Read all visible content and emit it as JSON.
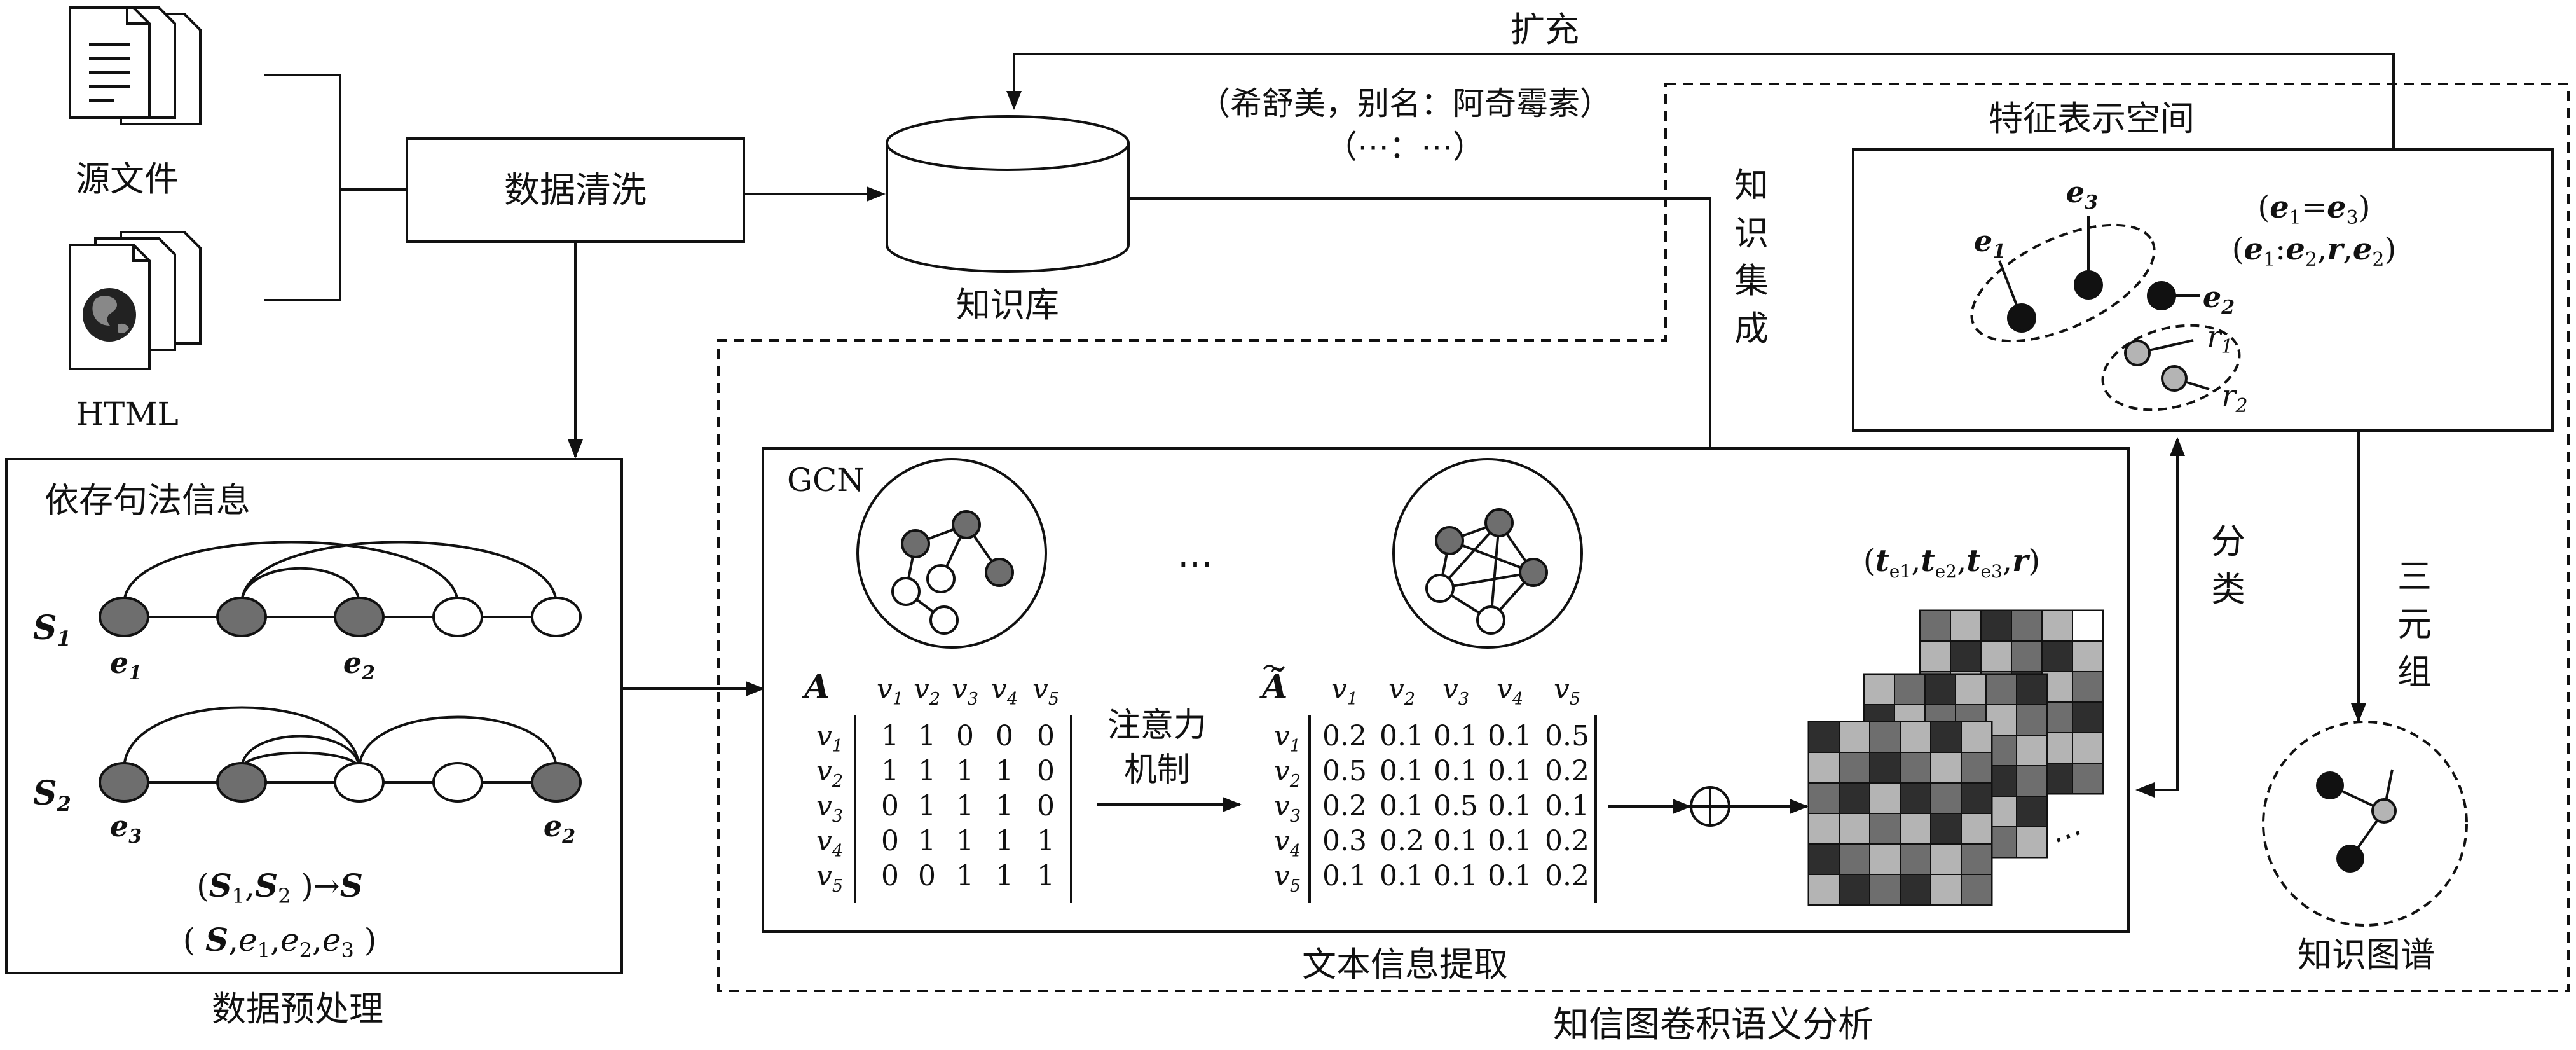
{
  "sources": {
    "file_label": "源文件",
    "html_label": "HTML"
  },
  "cleaning": {
    "label": "数据清洗"
  },
  "kb": {
    "label": "知识库",
    "example_line1": "（希舒美，别名：阿奇霉素）",
    "example_line2": "（⋯：⋯）"
  },
  "expand_label": "扩充",
  "integration_label": [
    "知",
    "识",
    "集",
    "成"
  ],
  "feature_space": {
    "title": "特征表示空间",
    "eq1": "(e1=e3)",
    "eq2": "(e1:e2,r,e2)",
    "nodes": [
      "e1",
      "e3",
      "e2",
      "r1",
      "r2"
    ]
  },
  "preprocess": {
    "title": "依存句法信息",
    "s1": "S1",
    "s2": "S2",
    "s1_entities": [
      "e1",
      "e2"
    ],
    "s2_entities": [
      "e3",
      "e2"
    ],
    "merge_formula": "(S1,S2)→S",
    "tuple_formula": "(S,e1,e2,e3)",
    "caption": "数据预处理"
  },
  "gcn": {
    "label": "GCN",
    "ellipsis": "⋯",
    "attention_line1": "注意力",
    "attention_line2": "机制",
    "matrix_a": {
      "name": "A",
      "cols": [
        "v1",
        "v2",
        "v3",
        "v4",
        "v5"
      ],
      "rows": [
        "v1",
        "v2",
        "v3",
        "v4",
        "v5"
      ],
      "values": [
        [
          "1",
          "1",
          "0",
          "0",
          "0"
        ],
        [
          "1",
          "1",
          "1",
          "1",
          "0"
        ],
        [
          "0",
          "1",
          "1",
          "1",
          "0"
        ],
        [
          "0",
          "1",
          "1",
          "1",
          "1"
        ],
        [
          "0",
          "0",
          "1",
          "1",
          "1"
        ]
      ]
    },
    "matrix_at": {
      "name": "Ã",
      "cols": [
        "v1",
        "v2",
        "v3",
        "v4",
        "v5"
      ],
      "rows": [
        "v1",
        "v2",
        "v3",
        "v4",
        "v5"
      ],
      "values": [
        [
          "0.2",
          "0.1",
          "0.1",
          "0.1",
          "0.5"
        ],
        [
          "0.5",
          "0.1",
          "0.1",
          "0.1",
          "0.2"
        ],
        [
          "0.2",
          "0.1",
          "0.5",
          "0.1",
          "0.1"
        ],
        [
          "0.3",
          "0.2",
          "0.1",
          "0.1",
          "0.2"
        ],
        [
          "0.1",
          "0.1",
          "0.1",
          "0.1",
          "0.2"
        ]
      ]
    },
    "caption": "文本信息提取"
  },
  "tensor_label": "(te1,te2,te3,r)",
  "classify_label": [
    "分",
    "类"
  ],
  "triple_label": [
    "三",
    "元",
    "组"
  ],
  "kg_label": "知识图谱",
  "outer_caption": "知信图卷积语义分析",
  "colors": {
    "dark": "#2e2e2e",
    "mid": "#6e6e6e",
    "light": "#b4b4b4",
    "white": "#ffffff"
  }
}
